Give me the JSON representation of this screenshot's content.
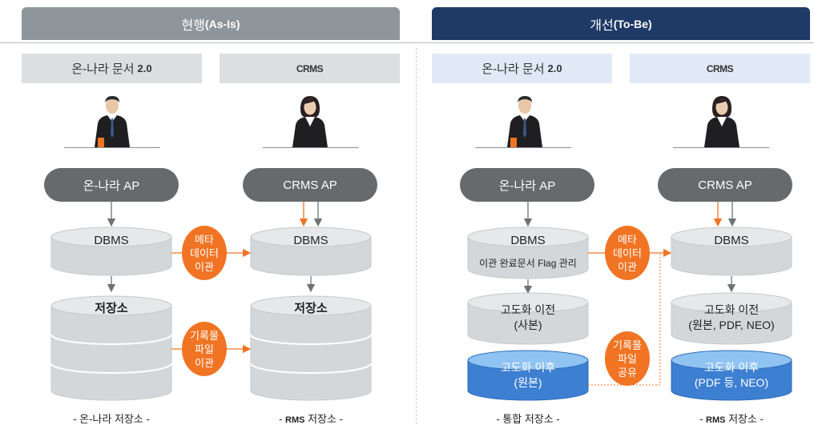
{
  "tabs": {
    "asis": {
      "title": "현행",
      "sub": "(As-Is)"
    },
    "tobe": {
      "title": "개선",
      "sub": "(To-Be)"
    }
  },
  "asis": {
    "col1": {
      "head": "온-나라 문서",
      "head_bold": "2.0",
      "ap": "온-나라 AP",
      "db": "DBMS",
      "storage": "저장소",
      "caption": "- 온-나라 저장소 -"
    },
    "col2": {
      "head": "CRMS",
      "ap": "CRMS AP",
      "db": "DBMS",
      "storage": "저장소",
      "caption_prefix": "- ",
      "caption_bold": "RMS",
      "caption_rest": " 저장소 -"
    },
    "circle_meta": [
      "메타",
      "데이터",
      "이관"
    ],
    "circle_file": [
      "기록물",
      "파일",
      "이관"
    ]
  },
  "tobe": {
    "col1": {
      "head": "온-나라 문서",
      "head_bold": "2.0",
      "ap": "온-나라 AP",
      "db": "DBMS",
      "db_sub": "이관 완료문서 Flag 관리",
      "before_l1": "고도화 이전",
      "before_l2": "(사본)",
      "after_l1": "고도화 이후",
      "after_l2": "(원본)",
      "caption": "- 통합 저장소 -"
    },
    "col2": {
      "head": "CRMS",
      "ap": "CRMS AP",
      "db": "DBMS",
      "before_l1": "고도화 이전",
      "before_l2": "(원본, PDF, NEO)",
      "after_l1": "고도화 이후",
      "after_l2": "(PDF 등, NEO)",
      "caption_prefix": "- ",
      "caption_bold": "RMS",
      "caption_rest": " 저장소 -"
    },
    "circle_meta": [
      "메타",
      "데이터",
      "이관"
    ],
    "circle_file": [
      "기록물",
      "파일",
      "공유"
    ]
  },
  "colors": {
    "orange": "#f07423",
    "gray_tab": "#8e969b",
    "navy_tab": "#1f3a66",
    "blue_cyl": "#3d7fd1",
    "gray_cyl": "#d4d7d9"
  }
}
